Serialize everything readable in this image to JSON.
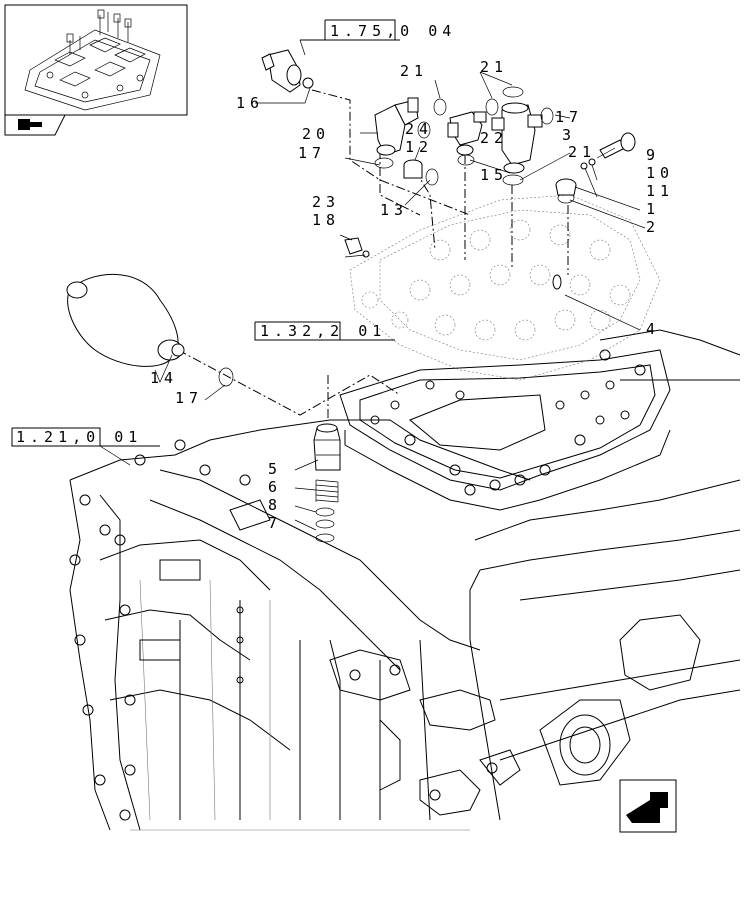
{
  "refs": {
    "r1": "1.75,0 04",
    "r2": "1.32,2 01",
    "r3": "1.21,0 01"
  },
  "callouts": {
    "c1": "1",
    "c2": "2",
    "c3": "3",
    "c4": "4",
    "c5": "5",
    "c6": "6",
    "c7": "7",
    "c8": "8",
    "c9": "9",
    "c10": "10",
    "c11": "11",
    "c12": "12",
    "c13": "13",
    "c14": "14",
    "c15": "15",
    "c16": "16",
    "c17a": "17",
    "c17b": "17",
    "c17c": "17",
    "c18": "18",
    "c20": "20",
    "c21a": "21",
    "c21b": "21",
    "c21c": "21",
    "c22": "22",
    "c23": "23",
    "c24": "24"
  },
  "icons": {
    "thumbnail": "assembly-thumbnail",
    "book": "book-icon",
    "nav": "next-page-arrow-icon"
  }
}
